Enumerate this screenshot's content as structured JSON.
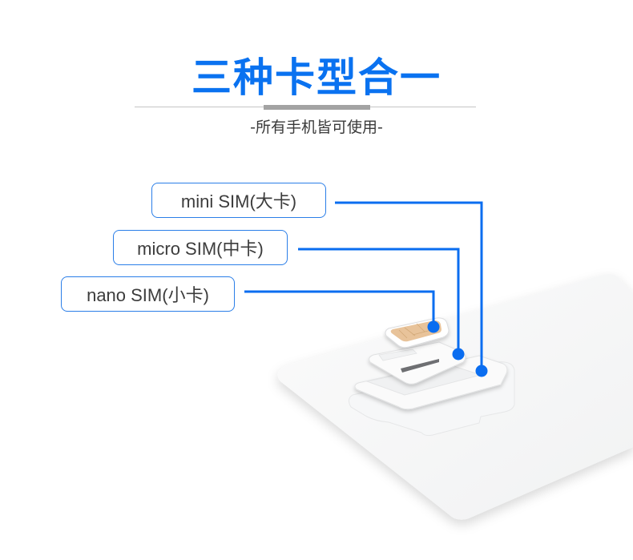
{
  "header": {
    "title": "三种卡型合一",
    "subtitle": "-所有手机皆可使用-"
  },
  "labels": [
    {
      "id": "mini",
      "text": "mini SIM(大卡)"
    },
    {
      "id": "micro",
      "text": "micro SIM(中卡)"
    },
    {
      "id": "nano",
      "text": "nano SIM(小卡)"
    }
  ],
  "colors": {
    "accent": "#0a72f0",
    "connector": "#0a6df0",
    "chip": "#e8c39a",
    "text": "#3c3c3c"
  }
}
